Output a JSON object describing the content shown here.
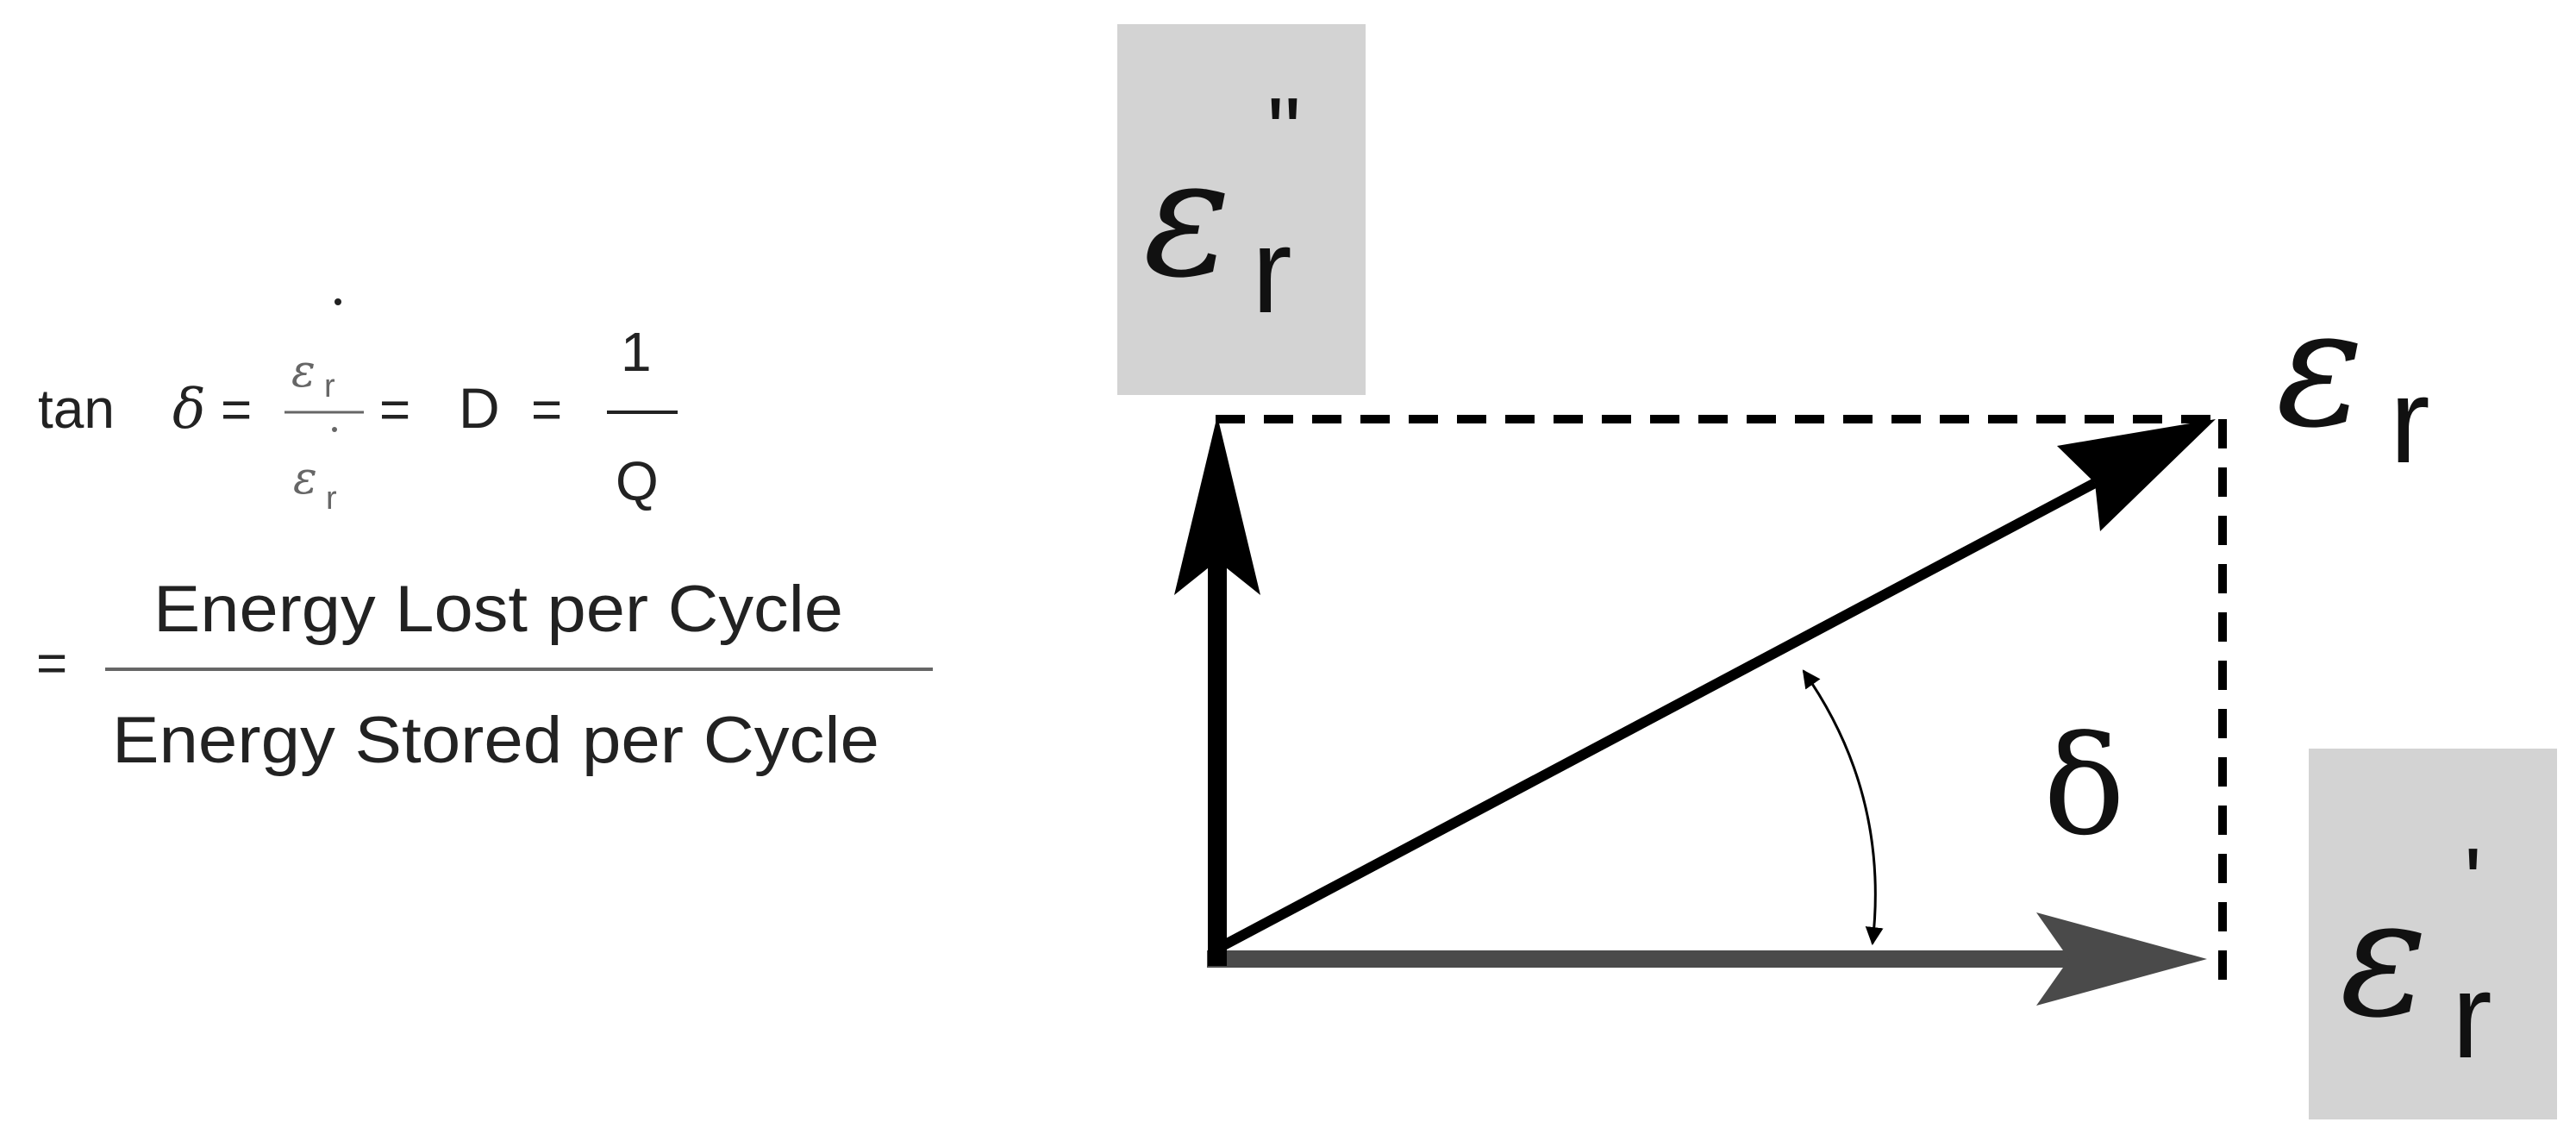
{
  "formula": {
    "tan_label": "tan",
    "delta_symbol": "δ",
    "equals_1": "=",
    "eps_symbol": "ε",
    "sub_r": "r",
    "equals_2": "=",
    "d_label": "D",
    "equals_3": "=",
    "one": "1",
    "q_label": "Q",
    "equals_4": "=",
    "energy_lost": "Energy Lost per Cycle",
    "energy_stored": "Energy Stored per Cycle"
  },
  "diagram": {
    "eps_symbol": "ε",
    "sub_r": "r",
    "double_prime": "\"",
    "prime": "'",
    "delta_symbol": "δ",
    "box_fill": "#d3d3d3",
    "arrow_color": "#000000",
    "horizontal_arrow_color": "#4a4a4a"
  }
}
